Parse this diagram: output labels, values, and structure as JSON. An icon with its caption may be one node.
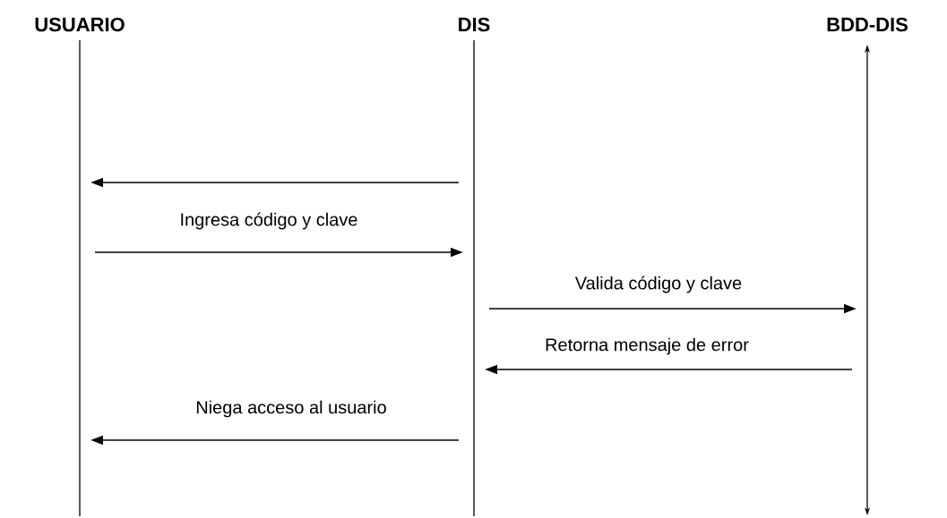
{
  "diagram": {
    "nodes": [
      {
        "text": [
          "USUARIO"
        ]
      },
      {
        "text": [
          "DIS"
        ]
      },
      {
        "text": [
          "BDD-DIS"
        ]
      }
    ],
    "edges": [
      {
        "from": 1,
        "to": 0,
        "arrow": "to"
      },
      {
        "from": 0,
        "to": 1,
        "arrow": "to",
        "label": "Ingresa código y clave"
      },
      {
        "from": 1,
        "to": 2,
        "arrow": "to",
        "label": "Valida código y clave"
      },
      {
        "from": 2,
        "to": 1,
        "arrow": "to",
        "label": "Retorna mensaje de error"
      },
      {
        "from": 1,
        "to": 0,
        "arrow": "to",
        "label": "Niega acceso al usuario"
      }
    ]
  }
}
